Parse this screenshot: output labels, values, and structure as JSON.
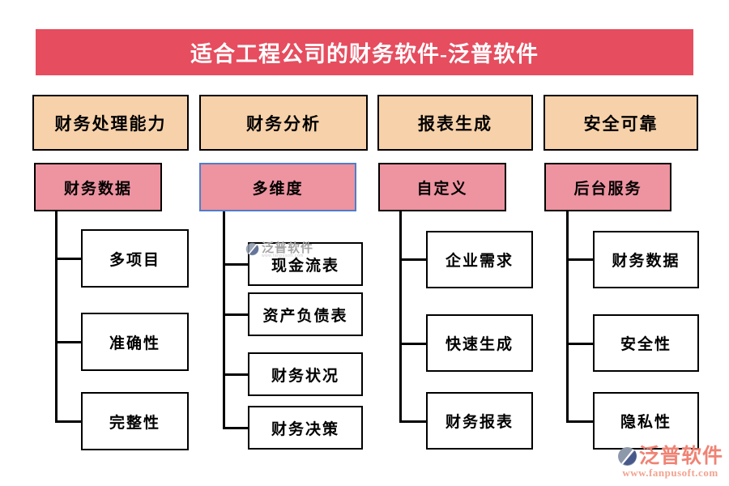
{
  "title": "适合工程公司的财务软件-泛普软件",
  "columns": [
    {
      "header": "财务处理能力",
      "subheader": "财务数据",
      "children": [
        "多项目",
        "准确性",
        "完整性"
      ]
    },
    {
      "header": "财务分析",
      "subheader": "多维度",
      "children": [
        "现金流表",
        "资产负债表",
        "财务状况",
        "财务决策"
      ]
    },
    {
      "header": "报表生成",
      "subheader": "自定义",
      "children": [
        "企业需求",
        "快速生成",
        "财务报表"
      ]
    },
    {
      "header": "安全可靠",
      "subheader": "后台服务",
      "children": [
        "财务数据",
        "安全性",
        "隐私性"
      ]
    }
  ],
  "watermark": {
    "brand": "泛普软件",
    "subtext": "www.fanpusoft.com"
  },
  "footer_logo": {
    "brand": "泛普软件",
    "url": "www.fanpusoft.com"
  },
  "colors": {
    "banner": "#e64d5f",
    "header_fill": "#f7d1a9",
    "subheader_fill": "#ee93a0",
    "box_border": "#000000",
    "highlight_border": "#4f7dc8",
    "logo_text": "#ef8374",
    "logo_url_text": "#f2a38f"
  }
}
